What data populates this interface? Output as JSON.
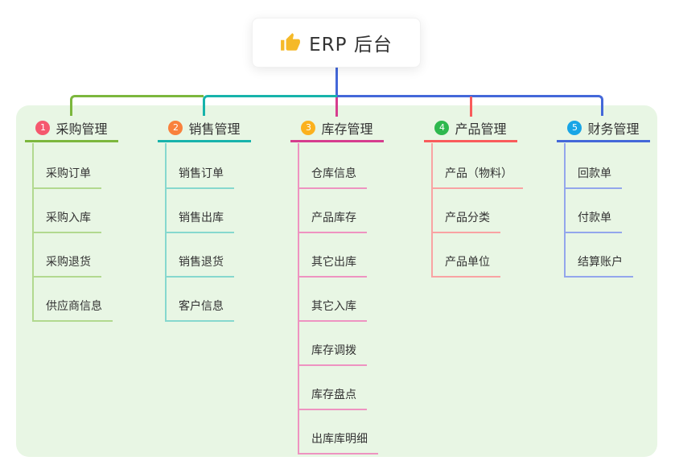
{
  "root": {
    "title": "ERP 后台",
    "icon": "thumbs-up-icon"
  },
  "colors": {
    "panel_background": "#e8f6e4",
    "root_stem": "#4468d9",
    "text": "#333333"
  },
  "branches": [
    {
      "index": "1",
      "title": "采购管理",
      "badge_color": "#f5586e",
      "line_color": "#7cb73d",
      "child_line_color": "#b2d98f",
      "children": [
        "采购订单",
        "采购入库",
        "采购退货",
        "供应商信息"
      ]
    },
    {
      "index": "2",
      "title": "销售管理",
      "badge_color": "#f9813c",
      "line_color": "#17b3ab",
      "child_line_color": "#86d8ce",
      "children": [
        "销售订单",
        "销售出库",
        "销售退货",
        "客户信息"
      ]
    },
    {
      "index": "3",
      "title": "库存管理",
      "badge_color": "#fbb11d",
      "line_color": "#d63d8e",
      "child_line_color": "#ee93c1",
      "children": [
        "仓库信息",
        "产品库存",
        "其它出库",
        "其它入库",
        "库存调拨",
        "库存盘点",
        "出库库明细"
      ]
    },
    {
      "index": "4",
      "title": "产品管理",
      "badge_color": "#2eb84e",
      "line_color": "#f95b5b",
      "child_line_color": "#f9a3a3",
      "children": [
        "产品（物料）",
        "产品分类",
        "产品单位"
      ]
    },
    {
      "index": "5",
      "title": "财务管理",
      "badge_color": "#18a5e6",
      "line_color": "#4468d9",
      "child_line_color": "#93a6ec",
      "children": [
        "回款单",
        "付款单",
        "结算账户"
      ]
    }
  ]
}
